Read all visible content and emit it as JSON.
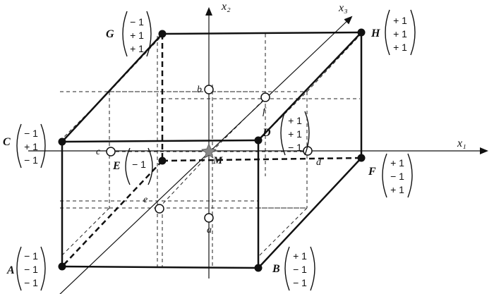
{
  "axes": {
    "x1": "x₁",
    "x2": "x₂",
    "x3": "x₃"
  },
  "center_label": "M",
  "corners": {
    "A": {
      "label": "A",
      "vector": [
        "− 1",
        "− 1",
        "− 1"
      ]
    },
    "B": {
      "label": "B",
      "vector": [
        "+ 1",
        "− 1",
        "− 1"
      ]
    },
    "C": {
      "label": "C",
      "vector": [
        "− 1",
        "+ 1",
        "− 1"
      ]
    },
    "D": {
      "label": "D",
      "vector": [
        "+ 1",
        "+ 1",
        "− 1"
      ]
    },
    "E": {
      "label": "E",
      "vector": [
        "− 1",
        "",
        ""
      ]
    },
    "F": {
      "label": "F",
      "vector": [
        "+ 1",
        "− 1",
        "+ 1"
      ]
    },
    "G": {
      "label": "G",
      "vector": [
        "− 1",
        "+ 1",
        "+ 1"
      ]
    },
    "H": {
      "label": "H",
      "vector": [
        "+ 1",
        "+ 1",
        "+ 1"
      ]
    }
  },
  "face_points": {
    "a": "a",
    "b": "b",
    "c": "c",
    "d": "d",
    "e": "e",
    "f": "f"
  }
}
